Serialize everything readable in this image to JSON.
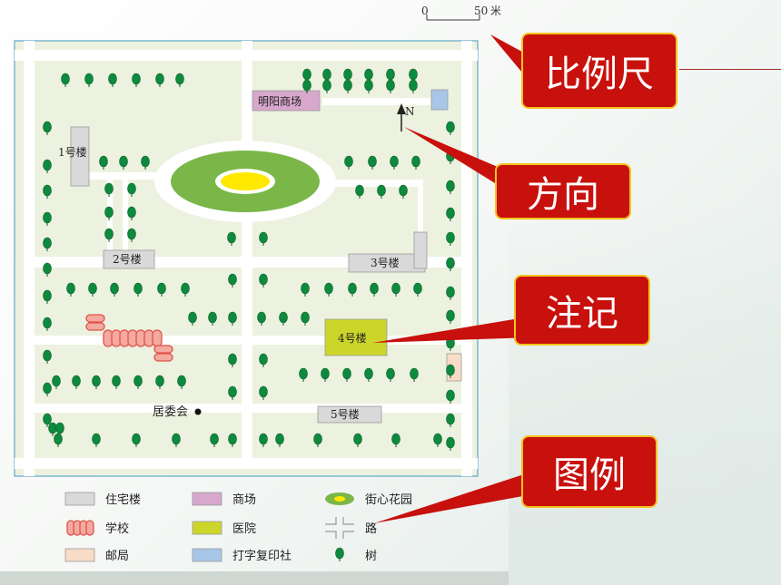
{
  "scale": {
    "zero": "0",
    "value": "50",
    "unit": "米"
  },
  "north_label": "N",
  "callouts": {
    "scale": "比例尺",
    "direction": "方向",
    "annotation": "注记",
    "legend": "图例"
  },
  "map_labels": {
    "mall": "明阳商场",
    "building1": "1号楼",
    "building2": "2号楼",
    "building3": "3号楼",
    "building4": "4号楼",
    "building5": "5号楼",
    "committee": "居委会"
  },
  "legend": [
    {
      "label": "住宅楼",
      "symbol": "residential",
      "color": "#d9d9d9"
    },
    {
      "label": "商场",
      "symbol": "mall",
      "color": "#d7a7cc"
    },
    {
      "label": "街心花园",
      "symbol": "garden",
      "color": "#7ab648"
    },
    {
      "label": "学校",
      "symbol": "school",
      "color": "#f4a9a0"
    },
    {
      "label": "医院",
      "symbol": "hospital",
      "color": "#ccd62a"
    },
    {
      "label": "路",
      "symbol": "road",
      "color": "#9a9a9a"
    },
    {
      "label": "邮局",
      "symbol": "post-office",
      "color": "#f8dcc6"
    },
    {
      "label": "打字复印社",
      "symbol": "print-shop",
      "color": "#a7c6e8"
    },
    {
      "label": "树",
      "symbol": "tree",
      "color": "#0d8a3e"
    }
  ],
  "colors": {
    "map_bg": "#ecf2df",
    "road": "#ffffff",
    "tree": "#0d8a3e",
    "callout_red": "#c8100c",
    "callout_border": "#f3c31f"
  }
}
